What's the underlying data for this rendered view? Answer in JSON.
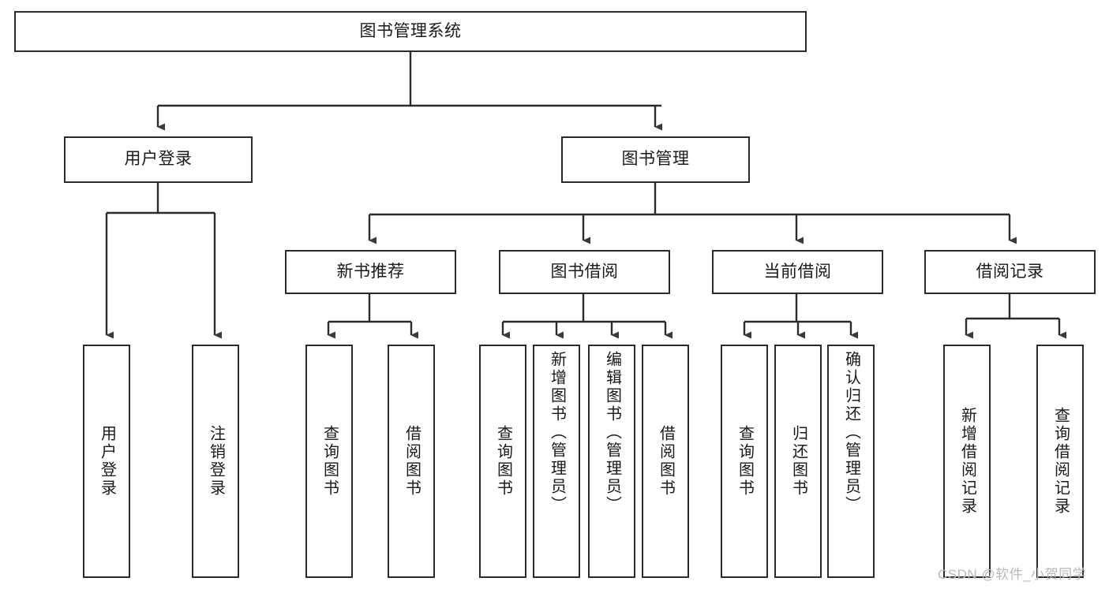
{
  "diagram": {
    "title": "图书管理系统",
    "type": "tree-hierarchy",
    "watermark": "CSDN @软件_小贺同学",
    "colors": {
      "border": "#2b2b2b",
      "background": "#ffffff",
      "text": "#1a1a1a",
      "watermark": "#b9b9b9"
    },
    "levels": {
      "root": {
        "label": "图书管理系统"
      },
      "level2": [
        {
          "id": "user-login",
          "label": "用户登录"
        },
        {
          "id": "book-manage",
          "label": "图书管理"
        }
      ],
      "level3": [
        {
          "id": "new-book-recommend",
          "label": "新书推荐",
          "parent": "book-manage"
        },
        {
          "id": "book-borrow",
          "label": "图书借阅",
          "parent": "book-manage"
        },
        {
          "id": "current-borrow",
          "label": "当前借阅",
          "parent": "book-manage"
        },
        {
          "id": "borrow-record",
          "label": "借阅记录",
          "parent": "book-manage"
        }
      ],
      "leaves": [
        {
          "id": "leaf-user-login",
          "label": "用户登录",
          "parent": "user-login"
        },
        {
          "id": "leaf-logout",
          "label": "注销登录",
          "parent": "user-login"
        },
        {
          "id": "leaf-query-book-1",
          "label": "查询图书",
          "parent": "new-book-recommend"
        },
        {
          "id": "leaf-borrow-book-1",
          "label": "借阅图书",
          "parent": "new-book-recommend"
        },
        {
          "id": "leaf-query-book-2",
          "label": "查询图书",
          "parent": "book-borrow"
        },
        {
          "id": "leaf-add-book",
          "label": "新增图书（管理员）",
          "parent": "book-borrow"
        },
        {
          "id": "leaf-edit-book",
          "label": "编辑图书（管理员）",
          "parent": "book-borrow"
        },
        {
          "id": "leaf-borrow-book-2",
          "label": "借阅图书",
          "parent": "book-borrow"
        },
        {
          "id": "leaf-query-book-3",
          "label": "查询图书",
          "parent": "current-borrow"
        },
        {
          "id": "leaf-return-book",
          "label": "归还图书",
          "parent": "current-borrow"
        },
        {
          "id": "leaf-confirm-return",
          "label": "确认归还（管理员）",
          "parent": "current-borrow"
        },
        {
          "id": "leaf-add-record",
          "label": "新增借阅记录",
          "parent": "borrow-record"
        },
        {
          "id": "leaf-query-record",
          "label": "查询借阅记录",
          "parent": "borrow-record"
        }
      ]
    }
  }
}
